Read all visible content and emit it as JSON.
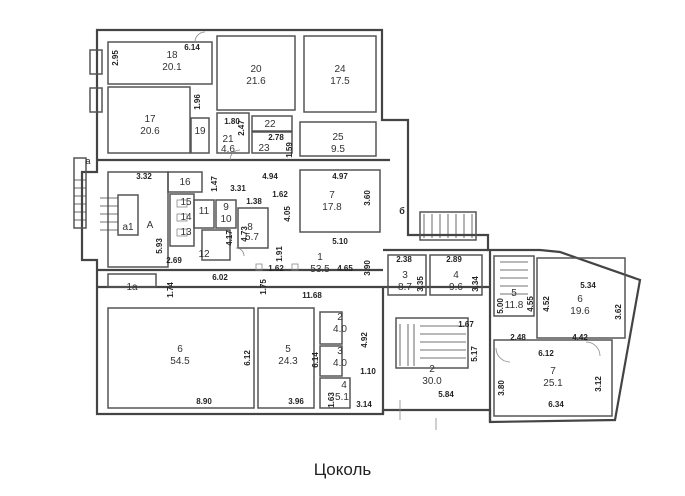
{
  "caption": "Цоколь",
  "rooms": [
    {
      "id": "r18",
      "num": "18",
      "area": "20.1"
    },
    {
      "id": "r20",
      "num": "20",
      "area": "21.6"
    },
    {
      "id": "r24",
      "num": "24",
      "area": "17.5"
    },
    {
      "id": "r17",
      "num": "17",
      "area": "20.6"
    },
    {
      "id": "r19",
      "num": "19",
      "area": ""
    },
    {
      "id": "r21",
      "num": "21",
      "area": "4.6"
    },
    {
      "id": "r22",
      "num": "22",
      "area": ""
    },
    {
      "id": "r23",
      "num": "23",
      "area": ""
    },
    {
      "id": "r25",
      "num": "25",
      "area": "9.5"
    },
    {
      "id": "r16",
      "num": "16",
      "area": ""
    },
    {
      "id": "r15",
      "num": "15",
      "area": ""
    },
    {
      "id": "r14",
      "num": "14",
      "area": ""
    },
    {
      "id": "r13",
      "num": "13",
      "area": ""
    },
    {
      "id": "r11",
      "num": "11",
      "area": ""
    },
    {
      "id": "r9",
      "num": "9",
      "area": ""
    },
    {
      "id": "r10",
      "num": "10",
      "area": ""
    },
    {
      "id": "r12",
      "num": "12",
      "area": ""
    },
    {
      "id": "r8",
      "num": "8",
      "area": "5.7"
    },
    {
      "id": "r7a",
      "num": "7",
      "area": "17.8"
    },
    {
      "id": "r1",
      "num": "1",
      "area": "53.5"
    },
    {
      "id": "rA",
      "num": "A",
      "area": ""
    },
    {
      "id": "ra1",
      "num": "a1",
      "area": ""
    },
    {
      "id": "r1a",
      "num": "1a",
      "area": ""
    },
    {
      "id": "r6a",
      "num": "6",
      "area": "54.5"
    },
    {
      "id": "r5a",
      "num": "5",
      "area": "24.3"
    },
    {
      "id": "r2a",
      "num": "2",
      "area": "4.0"
    },
    {
      "id": "r3a",
      "num": "3",
      "area": "4.0"
    },
    {
      "id": "r4a",
      "num": "4",
      "area": "5.1"
    },
    {
      "id": "r3b",
      "num": "3",
      "area": "8.7"
    },
    {
      "id": "r4b",
      "num": "4",
      "area": "9.6"
    },
    {
      "id": "r2b",
      "num": "2",
      "area": "30.0"
    },
    {
      "id": "r5b",
      "num": "5",
      "area": "11.8"
    },
    {
      "id": "r6b",
      "num": "6",
      "area": "19.6"
    },
    {
      "id": "r7b",
      "num": "7",
      "area": "25.1"
    }
  ],
  "labels": [
    {
      "id": "la",
      "text": "a"
    },
    {
      "id": "lb",
      "text": "б"
    }
  ],
  "dimensions": [
    {
      "id": "d1",
      "text": "2.95"
    },
    {
      "id": "d2",
      "text": "6.14"
    },
    {
      "id": "d3",
      "text": "1.96"
    },
    {
      "id": "d4",
      "text": "1.80"
    },
    {
      "id": "d5",
      "text": "2.47"
    },
    {
      "id": "d6",
      "text": "2.78"
    },
    {
      "id": "d7",
      "text": "1.59"
    },
    {
      "id": "d8",
      "text": "3.32"
    },
    {
      "id": "d9",
      "text": "1.47"
    },
    {
      "id": "d10",
      "text": "3.31"
    },
    {
      "id": "d11",
      "text": "4.94"
    },
    {
      "id": "d12",
      "text": "4.97"
    },
    {
      "id": "d13",
      "text": "1.62"
    },
    {
      "id": "d14",
      "text": "3.60"
    },
    {
      "id": "d15",
      "text": "1.38"
    },
    {
      "id": "d16",
      "text": "4.05"
    },
    {
      "id": "d17",
      "text": "5.93"
    },
    {
      "id": "d18",
      "text": "4.17"
    },
    {
      "id": "d19",
      "text": "4.73"
    },
    {
      "id": "d20",
      "text": "5.10"
    },
    {
      "id": "d21",
      "text": "1.91"
    },
    {
      "id": "d22",
      "text": "2.69"
    },
    {
      "id": "d23",
      "text": "1.62"
    },
    {
      "id": "d24",
      "text": "4.65"
    },
    {
      "id": "d25",
      "text": "3.90"
    },
    {
      "id": "d26",
      "text": "6.02"
    },
    {
      "id": "d27",
      "text": "1.74"
    },
    {
      "id": "d28",
      "text": "1.75"
    },
    {
      "id": "d29",
      "text": "11.68"
    },
    {
      "id": "d30",
      "text": "2.38"
    },
    {
      "id": "d31",
      "text": "2.89"
    },
    {
      "id": "d32",
      "text": "3.35"
    },
    {
      "id": "d33",
      "text": "3.34"
    },
    {
      "id": "d34",
      "text": "5.00"
    },
    {
      "id": "d35",
      "text": "4.55"
    },
    {
      "id": "d36",
      "text": "4.52"
    },
    {
      "id": "d37",
      "text": "5.34"
    },
    {
      "id": "d38",
      "text": "3.62"
    },
    {
      "id": "d39",
      "text": "1.67"
    },
    {
      "id": "d40",
      "text": "2.48"
    },
    {
      "id": "d41",
      "text": "4.42"
    },
    {
      "id": "d42",
      "text": "4.92"
    },
    {
      "id": "d43",
      "text": "6.12"
    },
    {
      "id": "d44",
      "text": "6.14"
    },
    {
      "id": "d45",
      "text": "5.17"
    },
    {
      "id": "d46",
      "text": "6.12"
    },
    {
      "id": "d47",
      "text": "1.10"
    },
    {
      "id": "d48",
      "text": "3.80"
    },
    {
      "id": "d49",
      "text": "3.12"
    },
    {
      "id": "d50",
      "text": "1.63"
    },
    {
      "id": "d51",
      "text": "5.84"
    },
    {
      "id": "d52",
      "text": "8.90"
    },
    {
      "id": "d53",
      "text": "3.96"
    },
    {
      "id": "d54",
      "text": "3.14"
    },
    {
      "id": "d55",
      "text": "6.34"
    }
  ]
}
